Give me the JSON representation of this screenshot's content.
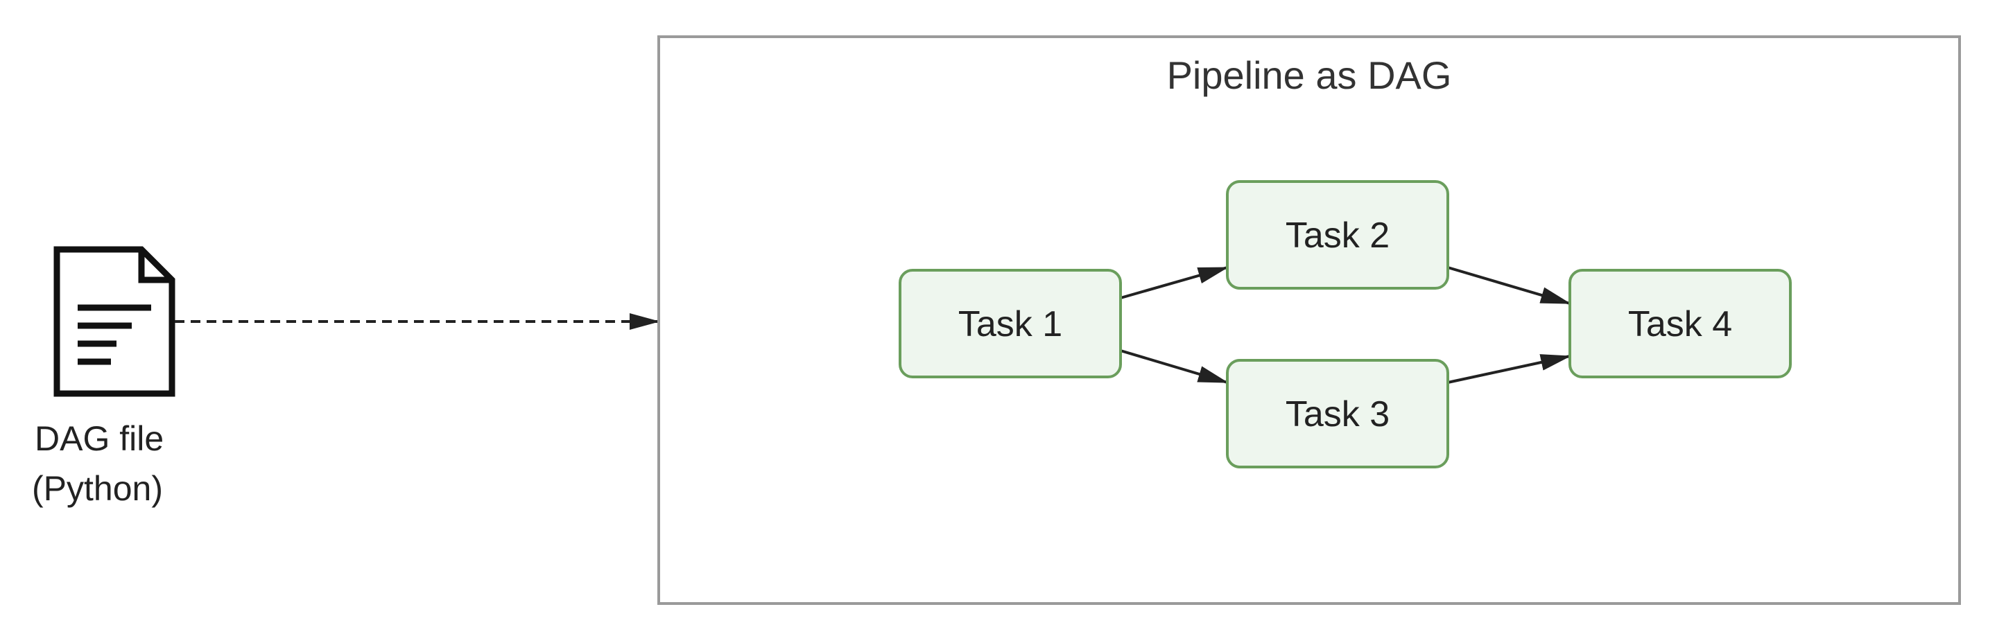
{
  "dag_file": {
    "icon": "document-icon",
    "label_line1": "DAG file",
    "label_line2": "(Python)"
  },
  "pipeline": {
    "title": "Pipeline as DAG",
    "tasks": [
      {
        "id": "task1",
        "label": "Task 1"
      },
      {
        "id": "task2",
        "label": "Task 2"
      },
      {
        "id": "task3",
        "label": "Task 3"
      },
      {
        "id": "task4",
        "label": "Task 4"
      }
    ],
    "edges": [
      {
        "from": "task1",
        "to": "task2"
      },
      {
        "from": "task1",
        "to": "task3"
      },
      {
        "from": "task2",
        "to": "task4"
      },
      {
        "from": "task3",
        "to": "task4"
      }
    ]
  },
  "colors": {
    "task_fill": "#eef6ee",
    "task_border": "#6a9e5c",
    "frame_border": "#9a9a9a",
    "arrow": "#222222",
    "icon_stroke": "#111111"
  }
}
